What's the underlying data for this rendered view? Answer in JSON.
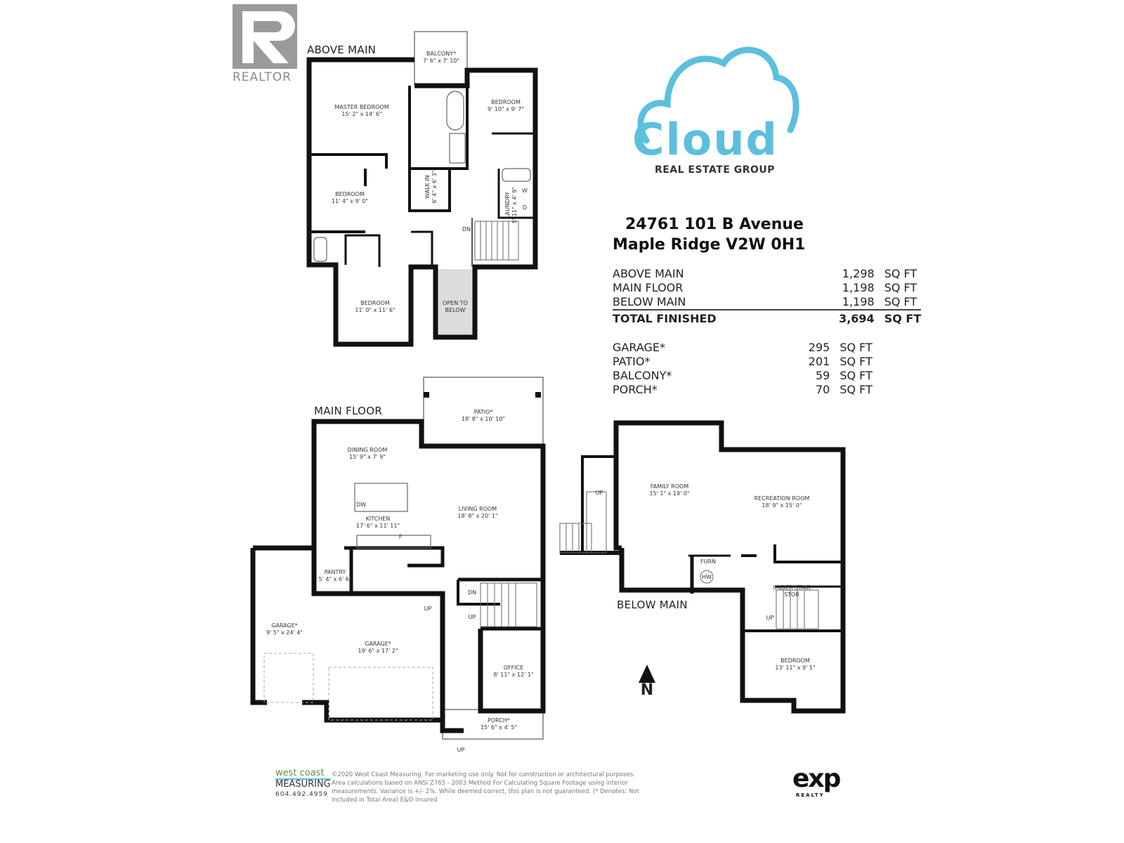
{
  "logos": {
    "realtor": "REALTOR",
    "brand_word": "Cloud",
    "brand_sub": "REAL ESTATE GROUP",
    "brand_color": "#5cbfdc",
    "measurer_line1": "west coast",
    "measurer_line2": "MEASURING",
    "measurer_phone": "604.492.4959",
    "exp": "exp",
    "exp_sub": "REALTY"
  },
  "property": {
    "address_line1": "24761 101 B Avenue",
    "address_line2": "Maple Ridge  V2W 0H1"
  },
  "areas": {
    "unit": "SQ FT",
    "finished": [
      {
        "label": "ABOVE MAIN",
        "value": "1,298"
      },
      {
        "label": "MAIN FLOOR",
        "value": "1,198"
      },
      {
        "label": "BELOW MAIN",
        "value": "1,198"
      }
    ],
    "total": {
      "label": "TOTAL FINISHED",
      "value": "3,694"
    },
    "unfinished": [
      {
        "label": "GARAGE*",
        "value": "295"
      },
      {
        "label": "PATIO*",
        "value": "201"
      },
      {
        "label": "BALCONY*",
        "value": "59"
      },
      {
        "label": "PORCH*",
        "value": "70"
      }
    ]
  },
  "floors": {
    "above_main": {
      "title": "ABOVE MAIN",
      "rooms": [
        {
          "name": "BALCONY*",
          "dims": "7' 6\" x 7' 10\""
        },
        {
          "name": "MASTER BEDROOM",
          "dims": "15' 2\" x 14' 6\""
        },
        {
          "name": "BEDROOM",
          "dims": "9' 10\" x 9' 7\""
        },
        {
          "name": "BEDROOM",
          "dims": "11' 4\" x 9' 0\""
        },
        {
          "name": "WALK IN",
          "dims": "6' 4\" x 6' 3\""
        },
        {
          "name": "LAUNDRY",
          "dims": "5' 11\" x 4' 9\""
        },
        {
          "name": "BEDROOM",
          "dims": "11' 0\" x 11' 6\""
        },
        {
          "name": "OPEN TO",
          "dims": "BELOW"
        }
      ],
      "marks": {
        "dn": "DN",
        "washer": "W",
        "dryer": "D"
      }
    },
    "main_floor": {
      "title": "MAIN FLOOR",
      "rooms": [
        {
          "name": "PATIO*",
          "dims": "18' 8\" x 10' 10\""
        },
        {
          "name": "DINING ROOM",
          "dims": "15' 9\" x 7' 9\""
        },
        {
          "name": "KITCHEN",
          "dims": "17' 6\" x 11' 11\""
        },
        {
          "name": "LIVING ROOM",
          "dims": "18' 8\" x 20' 1\""
        },
        {
          "name": "PANTRY",
          "dims": "5' 4\" x 6' 6\""
        },
        {
          "name": "GARAGE*",
          "dims": "9' 5\" x 24' 4\""
        },
        {
          "name": "GARAGE*",
          "dims": "19' 6\" x 17' 2\""
        },
        {
          "name": "OFFICE",
          "dims": "8' 11\" x 12' 1\""
        },
        {
          "name": "PORCH*",
          "dims": "15' 6\" x 4' 5\""
        }
      ],
      "marks": {
        "dw": "DW",
        "fridge": "F",
        "up1": "UP",
        "dn": "DN",
        "up2": "UP",
        "up3": "UP"
      }
    },
    "below_main": {
      "title": "BELOW MAIN",
      "rooms": [
        {
          "name": "FAMILY ROOM",
          "dims": "15' 1\" x 19' 0\""
        },
        {
          "name": "RECREATION ROOM",
          "dims": "18' 9\" x 15' 0\""
        },
        {
          "name": "UNDER STAIR",
          "dims": "STOR"
        },
        {
          "name": "BEDROOM",
          "dims": "13' 11\" x 9' 1\""
        }
      ],
      "marks": {
        "up1": "UP",
        "up2": "UP",
        "furn": "FURN",
        "hw": "HW"
      }
    }
  },
  "compass": "N",
  "disclaimer": "©2020 West Coast Measuring. For marketing use only. Not for construction or architectural purposes. Area calculations based on ANSI Z765 - 2003 Method For Calculating Square Footage using interior measurements.   Variance is +/- 2%. While deemed correct, this plan is not guaranteed.  (* Denotes: Not Included in Total Area)                E&O insured"
}
